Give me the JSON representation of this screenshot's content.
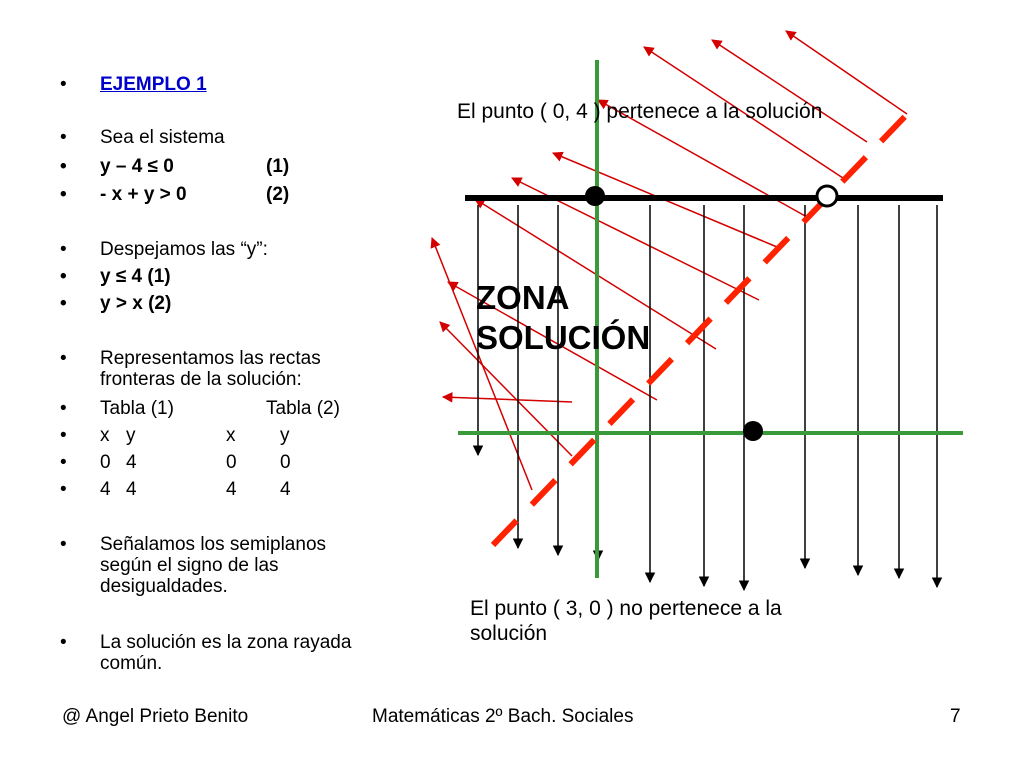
{
  "left_panel": {
    "bullet_glyph": "•",
    "title": "EJEMPLO 1",
    "system_intro": "Sea  el  sistema",
    "ineq1": "y – 4  ≤ 0",
    "ineq1_tag": "(1)",
    "ineq2": "- x + y  > 0",
    "ineq2_tag": "(2)",
    "isolate": "Despejamos las “y”:",
    "iso1": "y  ≤ 4 (1)",
    "iso2": "y  > x (2)",
    "represent_line1": "Representamos las rectas",
    "represent_line2": "fronteras de la solución:",
    "table1_label": "Tabla (1)",
    "table2_label": "Tabla (2)",
    "table_header": [
      "x",
      "y",
      "x",
      "y"
    ],
    "table_rows": [
      [
        "0",
        "4",
        "0",
        "0"
      ],
      [
        "4",
        "4",
        "4",
        "4"
      ]
    ],
    "semiplanes_line1": "Señalamos los semiplanos",
    "semiplanes_line2": "según el signo de las",
    "semiplanes_line3": "desigualdades.",
    "solution_line1": "La solución es la zona rayada",
    "solution_line2": "común."
  },
  "diagram": {
    "zone_label_line1": "ZONA",
    "zone_label_line2": "SOLUCIÓN",
    "note_top": "El punto ( 0, 4 )  pertenece a la solución",
    "note_bottom_line1": "El punto ( 3, 0 ) no  pertenece a la",
    "note_bottom_line2": "solución",
    "colors": {
      "axes": "#3a9a3a",
      "boundary_y4": "#000000",
      "boundary_yx": "#ff2200",
      "hatch_red": "#d40000",
      "hatch_black": "#000000"
    }
  },
  "footer": {
    "author": "@ Angel Prieto Benito",
    "course": "Matemáticas 2º Bach. Sociales",
    "page": "7"
  }
}
